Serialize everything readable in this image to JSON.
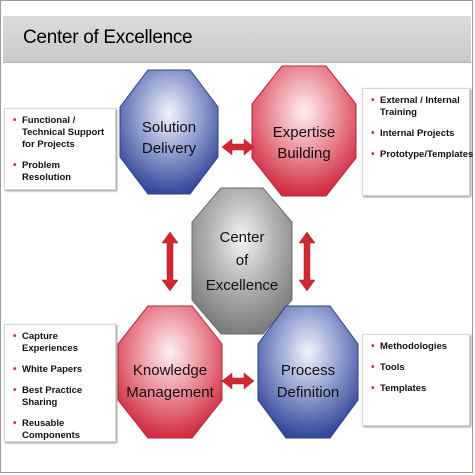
{
  "header": {
    "title": "Center of Excellence"
  },
  "center": {
    "lines": [
      "Center",
      "of",
      "Excellence"
    ]
  },
  "octagons": {
    "solution_delivery": {
      "lines": [
        "Solution",
        "Delivery"
      ],
      "color": "#3b4f9e"
    },
    "expertise_building": {
      "lines": [
        "Expertise",
        "Building"
      ],
      "color": "#d93a4d"
    },
    "knowledge_management": {
      "lines": [
        "Knowledge",
        "Management"
      ],
      "color": "#d93a4d"
    },
    "process_definition": {
      "lines": [
        "Process",
        "Definition"
      ],
      "color": "#3b4f9e"
    }
  },
  "boxes": {
    "solution_delivery": [
      "Functional / Technical Support for Projects",
      "Problem Resolution"
    ],
    "expertise_building": [
      "External / Internal Training",
      "Internal Projects",
      "Prototype/Templates"
    ],
    "knowledge_management": [
      "Capture Experiences",
      "White Papers",
      "Best Practice Sharing",
      "Reusable Components"
    ],
    "process_definition": [
      "Methodologies",
      "Tools",
      "Templates"
    ]
  },
  "colors": {
    "arrow": "#d0282e",
    "center": "#8c8c8c"
  }
}
